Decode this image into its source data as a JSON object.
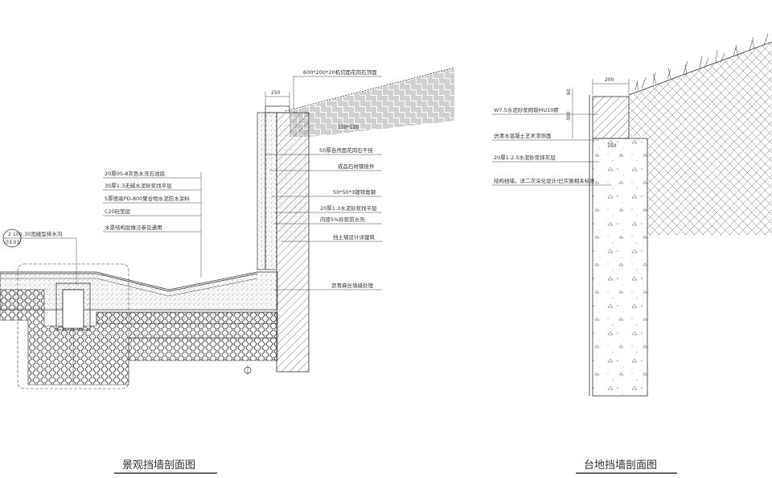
{
  "left_section": {
    "title": "景观挡墙剖面图",
    "callouts_top": [
      "600*200*20机切面花岗石顶面",
      "50厚自然面花岗石干挂",
      "成品石材钢挂件",
      "50*50*3镀锌角钢",
      "20厚1:3水泥砂浆找平层",
      "内掺5%砂浆防水剂",
      "挡土墙设计详建筑",
      "沥青麻丝填缝处理"
    ],
    "callouts_left": [
      "20厚05-8灰色水洗石池底",
      "30厚1:3无碱水泥砂浆找平层",
      "5厚德高PD-800聚合物水泥防水涂料",
      "C20砼垫层",
      "水景结构层做法参见通用"
    ],
    "drain_label": "30宽缝型排水沟",
    "ref_top": "2",
    "ref_mid": "100",
    "ref_bottom": "03.03",
    "dim_250": "250",
    "dim_150x120": "150*120"
  },
  "right_section": {
    "title": "台地挡墙剖面图",
    "callouts": [
      "W7.5水泥砂浆砌筑MU10砖",
      "仿清水混凝土艺术漆饰面",
      "20厚1:2.5水泥砂浆抹灰层",
      "结构挡墙，详二次深化设计/已实施相关标准"
    ],
    "dim_200": "200",
    "dim_60": "60",
    "dim_300": "300",
    "dim_160": "160"
  }
}
